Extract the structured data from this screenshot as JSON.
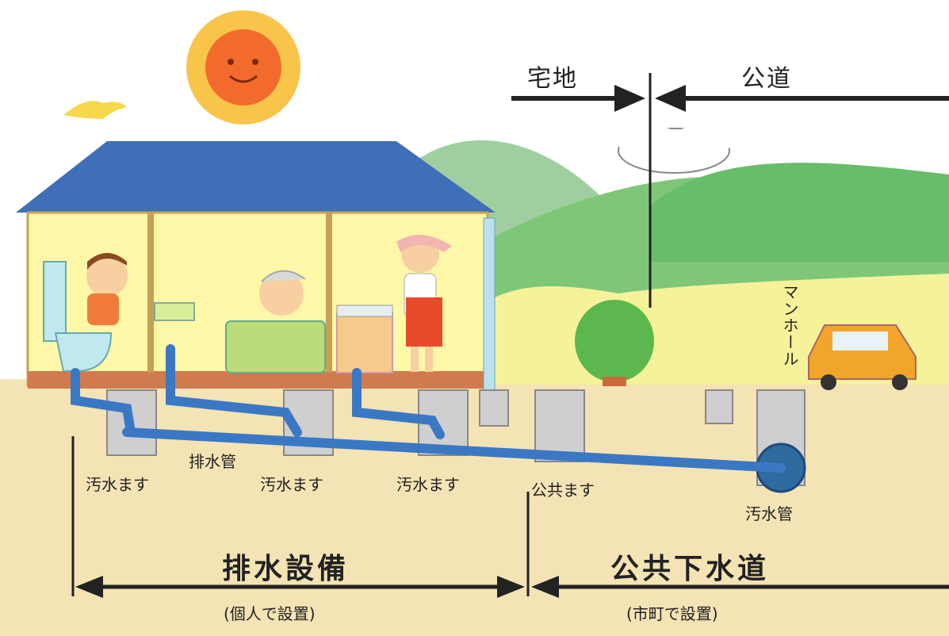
{
  "labels": {
    "residential_land": "宅地",
    "public_road": "公道",
    "manhole": "マンホール",
    "drain_pipe": "排水管",
    "sewage_basin_1": "汚水ます",
    "sewage_basin_2": "汚水ます",
    "sewage_basin_3": "汚水ます",
    "public_basin": "公共ます",
    "sewer_pipe": "汚水管",
    "drainage_facility": "排水設備",
    "drainage_note": "(個人で設置)",
    "public_sewer": "公共下水道",
    "public_note": "(市町で設置)"
  },
  "colors": {
    "ground": "#f4e3b4",
    "house_roof": "#3f6fb8",
    "house_wall": "#fff7a8",
    "hill": "#8fcf7a",
    "pipe": "#3b78c4",
    "sun": "#f7a227",
    "car": "#f2a52b"
  }
}
